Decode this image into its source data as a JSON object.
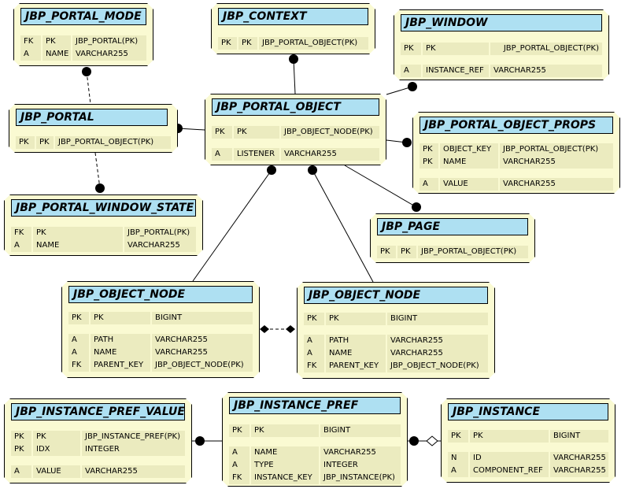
{
  "entities": {
    "portal_mode": {
      "title": "JBP_PORTAL_MODE",
      "rows": [
        [
          "FK",
          "PK",
          "JBP_PORTAL(PK)"
        ],
        [
          "A",
          "NAME",
          "VARCHAR255"
        ]
      ]
    },
    "context": {
      "title": "JBP_CONTEXT",
      "rows": [
        [
          "PK",
          "PK",
          "JBP_PORTAL_OBJECT(PK)"
        ]
      ]
    },
    "window": {
      "title": "JBP_WINDOW",
      "rows": [
        [
          "PK",
          "PK",
          "JBP_PORTAL_OBJECT(PK)"
        ],
        [
          "A",
          "INSTANCE_REF",
          "VARCHAR255"
        ]
      ]
    },
    "portal": {
      "title": "JBP_PORTAL",
      "rows": [
        [
          "PK",
          "PK",
          "JBP_PORTAL_OBJECT(PK)"
        ]
      ]
    },
    "portal_object": {
      "title": "JBP_PORTAL_OBJECT",
      "rows": [
        [
          "PK",
          "PK",
          "JBP_OBJECT_NODE(PK)"
        ],
        [
          "A",
          "LISTENER",
          "VARCHAR255"
        ]
      ]
    },
    "portal_object_props": {
      "title": "JBP_PORTAL_OBJECT_PROPS",
      "rows": [
        [
          "PK",
          "OBJECT_KEY",
          "JBP_PORTAL_OBJECT(PK)"
        ],
        [
          "PK",
          "NAME",
          "VARCHAR255"
        ],
        [
          "A",
          "VALUE",
          "VARCHAR255"
        ]
      ]
    },
    "portal_window_state": {
      "title": "JBP_PORTAL_WINDOW_STATE",
      "rows": [
        [
          "FK",
          "PK",
          "JBP_PORTAL(PK)"
        ],
        [
          "A",
          "NAME",
          "VARCHAR255"
        ]
      ]
    },
    "page": {
      "title": "JBP_PAGE",
      "rows": [
        [
          "PK",
          "PK",
          "JBP_PORTAL_OBJECT(PK)"
        ]
      ]
    },
    "object_node_1": {
      "title": "JBP_OBJECT_NODE",
      "rows": [
        [
          "PK",
          "PK",
          "BIGINT"
        ],
        [
          "A",
          "PATH",
          "VARCHAR255"
        ],
        [
          "A",
          "NAME",
          "VARCHAR255"
        ],
        [
          "FK",
          "PARENT_KEY",
          "JBP_OBJECT_NODE(PK)"
        ]
      ]
    },
    "object_node_2": {
      "title": "JBP_OBJECT_NODE",
      "rows": [
        [
          "PK",
          "PK",
          "BIGINT"
        ],
        [
          "A",
          "PATH",
          "VARCHAR255"
        ],
        [
          "A",
          "NAME",
          "VARCHAR255"
        ],
        [
          "FK",
          "PARENT_KEY",
          "JBP_OBJECT_NODE(PK)"
        ]
      ]
    },
    "instance_pref_value": {
      "title": "JBP_INSTANCE_PREF_VALUE",
      "rows": [
        [
          "PK",
          "PK",
          "JBP_INSTANCE_PREF(PK)"
        ],
        [
          "PK",
          "IDX",
          "INTEGER"
        ],
        [
          "A",
          "VALUE",
          "VARCHAR255"
        ]
      ]
    },
    "instance_pref": {
      "title": "JBP_INSTANCE_PREF",
      "rows": [
        [
          "PK",
          "PK",
          "BIGINT"
        ],
        [
          "A",
          "NAME",
          "VARCHAR255"
        ],
        [
          "A",
          "TYPE",
          "INTEGER"
        ],
        [
          "FK",
          "INSTANCE_KEY",
          "JBP_INSTANCE(PK)"
        ]
      ]
    },
    "instance": {
      "title": "JBP_INSTANCE",
      "rows": [
        [
          "PK",
          "PK",
          "BIGINT"
        ],
        [
          "N",
          "ID",
          "VARCHAR255"
        ],
        [
          "A",
          "COMPONENT_REF",
          "VARCHAR255"
        ]
      ]
    }
  }
}
